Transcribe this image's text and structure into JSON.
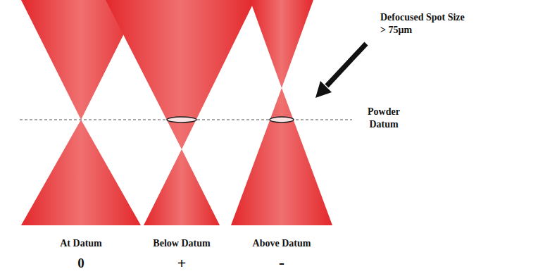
{
  "diagram": {
    "labels": [
      "Defocused Spot Size > 75µm",
      "Powder Datum",
      "At Datum",
      "Below Datum",
      "Above Datum",
      "0",
      "+",
      "-"
    ]
  }
}
